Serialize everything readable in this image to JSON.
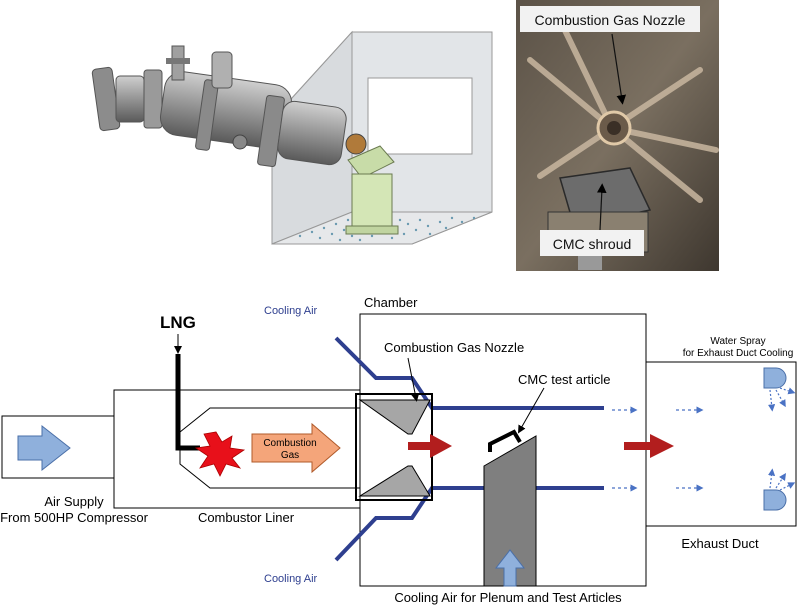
{
  "photo": {
    "nozzle_label": "Combustion Gas Nozzle",
    "shroud_label": "CMC shroud"
  },
  "diagram": {
    "chamber_label": "Chamber",
    "lng_label": "LNG",
    "cooling_air_top": "Cooling Air",
    "cooling_air_bottom": "Cooling Air",
    "nozzle_label": "Combustion Gas Nozzle",
    "cmc_label": "CMC test article",
    "combustion_gas_line1": "Combustion",
    "combustion_gas_line2": "Gas",
    "water_spray_line1": "Water Spray",
    "water_spray_line2": "for Exhaust Duct Cooling",
    "air_supply_line1": "Air Supply",
    "air_supply_line2": "From 500HP Compressor",
    "combustor_liner_label": "Combustor Liner",
    "exhaust_duct_label": "Exhaust Duct",
    "cooling_plenum_label": "Cooling Air for Plenum and Test Articles"
  },
  "colors": {
    "cooling_blue": "#2e3f8f",
    "flow_arrow_red": "#b21e1e",
    "flame_red": "#e8101a",
    "gas_orange": "#f4a57a",
    "air_blue": "#8fb0dc",
    "test_article_gray": "#7f7f7f",
    "nozzle_gray": "#a6a6a6"
  }
}
